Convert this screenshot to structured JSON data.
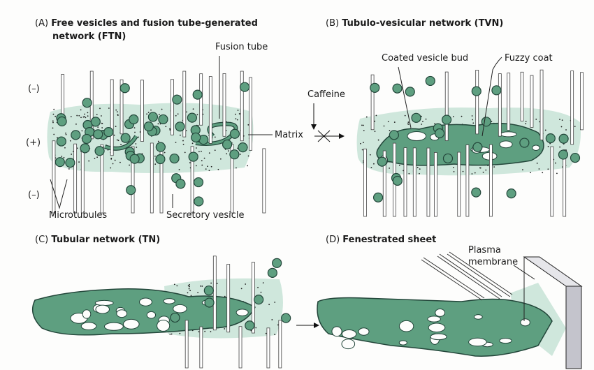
{
  "panel_a": {
    "letter": "(A)",
    "title_line1": "Free vesicles and fusion tube-generated",
    "title_line2": "network (FTN)",
    "fusion_tube": "Fusion tube",
    "minus_top": "(–)",
    "plus": "(+)",
    "minus_bottom": "(–)",
    "microtubules": "Microtubules",
    "secretory_vesicle": "Secretory vesicle",
    "matrix": "Matrix"
  },
  "transition_ab": {
    "caffeine": "Caffeine"
  },
  "panel_b": {
    "letter": "(B)",
    "title": "Tubulo-vesicular network (TVN)",
    "coated_vesicle_bud": "Coated vesicle bud",
    "fuzzy_coat": "Fuzzy coat"
  },
  "panel_c": {
    "letter": "(C)",
    "title": "Tubular network (TN)"
  },
  "panel_d": {
    "letter": "(D)",
    "title": "Fenestrated sheet",
    "plasma_line1": "Plasma",
    "plasma_line2": "membrane"
  },
  "colors": {
    "membrane": "#5e9f80",
    "outline": "#23463a",
    "matrix": "#cfe7dc",
    "microtubule": "#ffffff"
  }
}
